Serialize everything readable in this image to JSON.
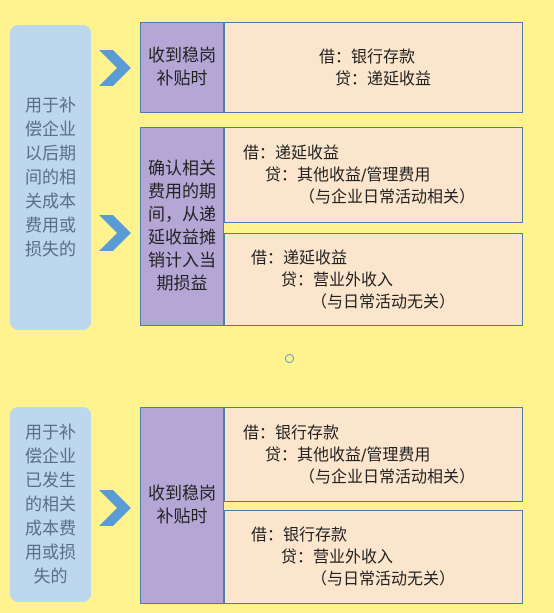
{
  "section1": {
    "left_label": "用于补偿企业以后期间的相关成本费用或损失的",
    "step1": {
      "label": "收到稳岗补贴时",
      "entry": [
        "借：银行存款",
        "贷：递延收益"
      ]
    },
    "step2": {
      "label": "确认相关费用的期间，从递延收益摊销计入当期损益",
      "entry_a": [
        "借：递延收益",
        "贷：其他收益/管理费用",
        "（与企业日常活动相关）"
      ],
      "entry_b": [
        "借：递延收益",
        "贷：营业外收入",
        "（与日常活动无关）"
      ]
    }
  },
  "section2": {
    "left_label": "用于补偿企业已发生的相关成本费用或损失的",
    "step1": {
      "label": "收到稳岗补贴时",
      "entry_a": [
        "借：银行存款",
        "贷：其他收益/管理费用",
        "（与企业日常活动相关）"
      ],
      "entry_b": [
        "借：银行存款",
        "贷：营业外收入",
        "（与日常活动无关）"
      ]
    }
  },
  "colors": {
    "background": "#FFF38F",
    "left_box": "#BDD7EE",
    "step_box": "#B4A7D6",
    "entry_box": "#FCE5CD",
    "arrow": "#5B9BD5",
    "border": "#4F7CA8"
  },
  "icons": [
    "chevron-right-icon"
  ]
}
